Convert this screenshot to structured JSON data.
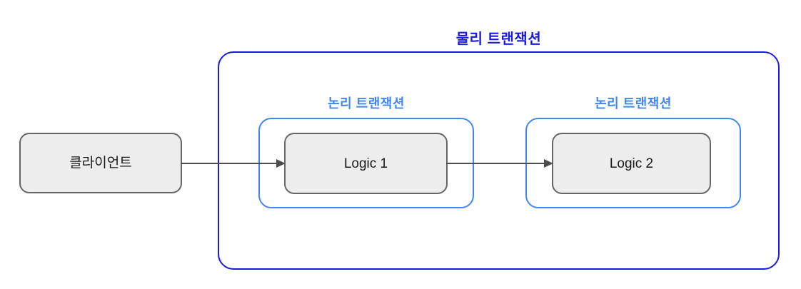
{
  "diagram": {
    "title": "물리 트랜잭션",
    "title_color": "#1A1AE6",
    "logical_color": "#4285F4",
    "node_fill": "#EDEDED",
    "node_stroke": "#666666",
    "arrow_color": "#4D4D4D",
    "logical_groups": [
      {
        "label": "논리 트랜잭션",
        "node": "Logic 1"
      },
      {
        "label": "논리 트랜잭션",
        "node": "Logic 2"
      }
    ],
    "client": {
      "label": "클라이언트"
    },
    "arrows": [
      {
        "from": "클라이언트",
        "to": "Logic 1"
      },
      {
        "from": "Logic 1",
        "to": "Logic 2"
      }
    ]
  }
}
